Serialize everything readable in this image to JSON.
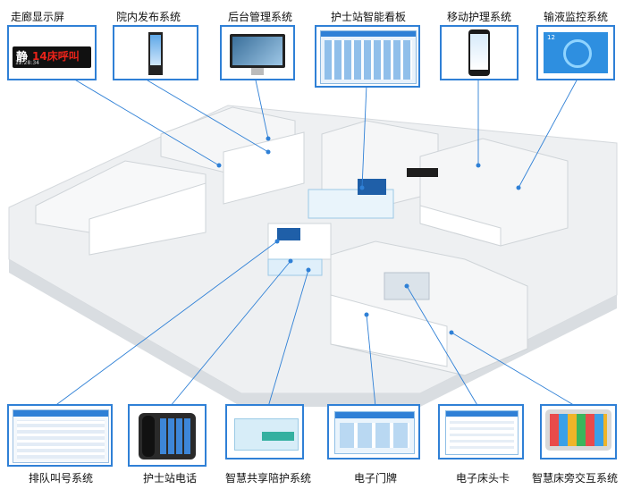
{
  "top_systems": [
    {
      "label": "走廊显示屏"
    },
    {
      "label": "院内发布系统"
    },
    {
      "label": "后台管理系统"
    },
    {
      "label": "护士站智能看板"
    },
    {
      "label": "移动护理系统"
    },
    {
      "label": "输液监控系统"
    }
  ],
  "bottom_systems": [
    {
      "label": "排队叫号系统"
    },
    {
      "label": "护士站电话"
    },
    {
      "label": "智慧共享陪护系统"
    },
    {
      "label": "电子门牌"
    },
    {
      "label": "电子床头卡"
    },
    {
      "label": "智慧床旁交互系统"
    }
  ],
  "corridor_display": {
    "char": "静",
    "time": "12:28:34",
    "message": "14床呼叫"
  },
  "infusion": {
    "number": "12"
  },
  "colors": {
    "accent": "#2f80d6",
    "led_red": "#e8231a",
    "wall": "#f2f4f6"
  }
}
